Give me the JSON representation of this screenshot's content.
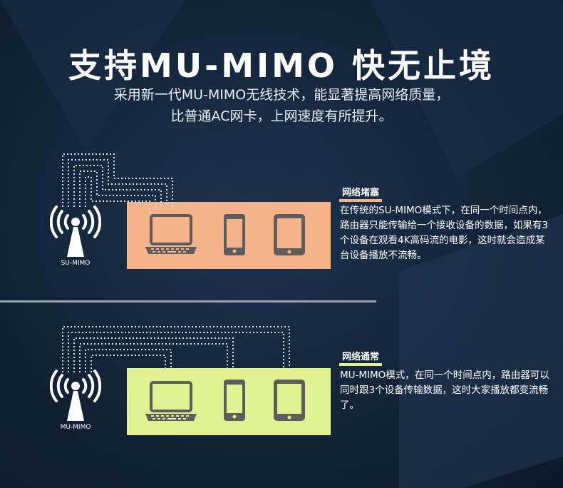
{
  "title": "支持MU-MIMO 快无止境",
  "subtitle": {
    "line1": "采用新一代MU-MIMO无线技术，能显著提高网络质量，",
    "line2": "比普通AC网卡，上网速度有所提升。"
  },
  "section_top": {
    "tower_label": "SU-MIMO",
    "tag": "网络堵塞",
    "description": "在传统的SU-MIMO模式下，在同一个时间点内，路由器只能传输给一个接收设备的数据，如果有3个设备在观看4K高码流的电影，这时就会造成某台设备播放不流畅。"
  },
  "section_bottom": {
    "tower_label": "MU-MIMO",
    "tag": "网络通常",
    "description": "MU-MIMO模式，在同一个时间点内，路由器可以同时跟3个设备传输数据，这时大家播放都变流畅了。"
  },
  "colors": {
    "panel_top": "#f4b38a",
    "panel_bottom": "#dff191",
    "icon_gray": "#5d5d5d",
    "background": "#132438"
  },
  "icons": [
    "wifi-tower-icon",
    "laptop-icon",
    "phone-icon",
    "tablet-icon"
  ]
}
